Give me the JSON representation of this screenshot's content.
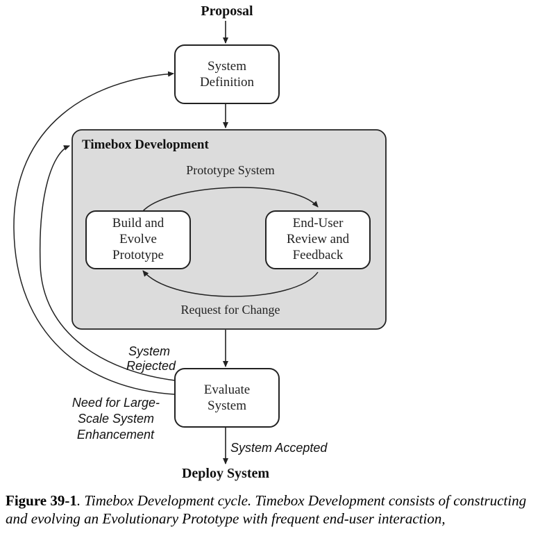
{
  "diagram": {
    "proposal": "Proposal",
    "system_definition": [
      "System",
      "Definition"
    ],
    "timebox_title": "Timebox Development",
    "prototype_system": "Prototype System",
    "build_evolve": [
      "Build and",
      "Evolve",
      "Prototype"
    ],
    "end_user_review": [
      "End-User",
      "Review and",
      "Feedback"
    ],
    "request_for_change": "Request for Change",
    "system_rejected": [
      "System",
      "Rejected"
    ],
    "evaluate_system": [
      "Evaluate",
      "System"
    ],
    "need_for_enhancement": [
      "Need for Large-",
      "Scale System",
      "Enhancement"
    ],
    "system_accepted": "System Accepted",
    "deploy_system": "Deploy System"
  },
  "caption": {
    "label": "Figure 39-1",
    "text": ".  Timebox Development cycle.  Timebox Development consists of constructing and evolving an Evolutionary Prototype with frequent end-user interaction,"
  },
  "colors": {
    "timebox_fill": "#dcdcdc",
    "box_fill": "#ffffff",
    "stroke": "#222222"
  }
}
